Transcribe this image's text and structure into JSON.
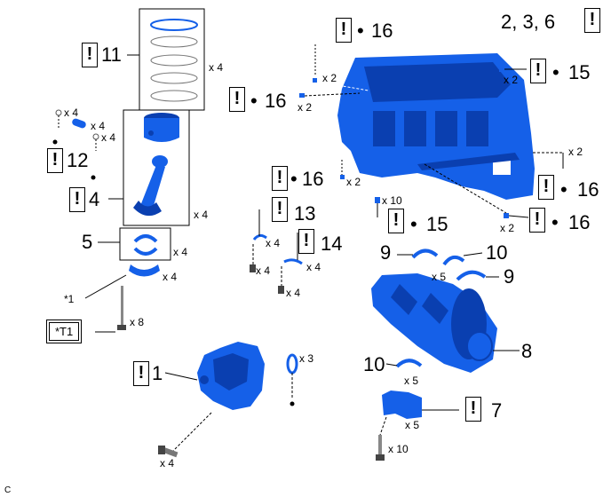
{
  "warning_symbol": "!",
  "callouts": {
    "c1": "1",
    "c4": "4",
    "c5": "5",
    "c7": "7",
    "c8": "8",
    "c9a": "9",
    "c9b": "9",
    "c10a": "10",
    "c10b": "10",
    "c11": "11",
    "c12": "12",
    "c13": "13",
    "c14": "14",
    "c15a": "15",
    "c15b": "15",
    "c16a": "16",
    "c16b": "16",
    "c16c": "16",
    "c16d": "16",
    "c16e": "16",
    "c236": "2, 3, 6"
  },
  "bullet": "•",
  "quantities": {
    "rings": "x 4",
    "pistons": "x 4",
    "pin_a": "x 4",
    "pin_b": "x 4",
    "pin_c": "x 4",
    "bearings": "x 4",
    "caps": "x 4",
    "bolts_8": "x 8",
    "jet13_a": "x 4",
    "jet13_b": "x 4",
    "jet14_a": "x 4",
    "jet14_b": "x 4",
    "plug_top": "x 2",
    "plug_left": "x 2",
    "plug_right": "x 2",
    "plug_mid": "x 2",
    "plug_bot": "x 2",
    "stud": "x 10",
    "oring": "x 3",
    "pump_bolt": "x 4",
    "thrust_a": "x 5",
    "thrust_b": "x 5",
    "main_caps": "x 5",
    "main_bolts": "x 10"
  },
  "star1": "*1",
  "starT1": "*T1",
  "corner_mark": "C",
  "colors": {
    "part_blue": "#1560e8",
    "part_dark": "#0a3fb0"
  }
}
